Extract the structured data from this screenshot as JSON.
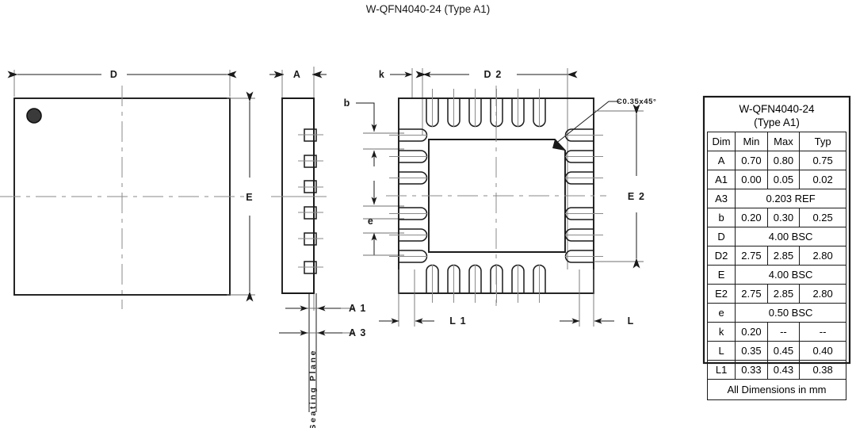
{
  "drawing": {
    "title": "W-QFN4040-24 (Type A1)",
    "chamfer_note": "C0.35x45°",
    "seating_plane_label": "Seating Plane",
    "labels": {
      "D": "D",
      "E": "E",
      "A": "A",
      "A1": "A 1",
      "A3": "A 3",
      "b": "b",
      "e": "e",
      "k": "k",
      "D2": "D 2",
      "E2": "E 2",
      "L": "L",
      "L1": "L 1"
    },
    "views": {
      "top_view": "top-view-square",
      "side_view": "side-view-profile",
      "bottom_view": "bottom-view-pads"
    },
    "pin_count_per_side": 6,
    "total_pins": 24
  },
  "table": {
    "title_line1": "W-QFN4040-24",
    "title_line2": "(Type A1)",
    "headers": [
      "Dim",
      "Min",
      "Max",
      "Typ"
    ],
    "rows": [
      {
        "dim": "A",
        "span": false,
        "min": "0.70",
        "max": "0.80",
        "typ": "0.75"
      },
      {
        "dim": "A1",
        "span": false,
        "min": "0.00",
        "max": "0.05",
        "typ": "0.02"
      },
      {
        "dim": "A3",
        "span": true,
        "value": "0.203 REF"
      },
      {
        "dim": "b",
        "span": false,
        "min": "0.20",
        "max": "0.30",
        "typ": "0.25"
      },
      {
        "dim": "D",
        "span": true,
        "value": "4.00 BSC"
      },
      {
        "dim": "D2",
        "span": false,
        "min": "2.75",
        "max": "2.85",
        "typ": "2.80"
      },
      {
        "dim": "E",
        "span": true,
        "value": "4.00 BSC"
      },
      {
        "dim": "E2",
        "span": false,
        "min": "2.75",
        "max": "2.85",
        "typ": "2.80"
      },
      {
        "dim": "e",
        "span": true,
        "value": "0.50 BSC"
      },
      {
        "dim": "k",
        "span": false,
        "min": "0.20",
        "max": "--",
        "typ": "--"
      },
      {
        "dim": "L",
        "span": false,
        "min": "0.35",
        "max": "0.45",
        "typ": "0.40"
      },
      {
        "dim": "L1",
        "span": false,
        "min": "0.33",
        "max": "0.43",
        "typ": "0.38"
      }
    ],
    "footer": "All Dimensions in mm"
  },
  "colors": {
    "line": "#1a1a1a",
    "centerline": "#8a8a8a",
    "background": "#ffffff"
  }
}
